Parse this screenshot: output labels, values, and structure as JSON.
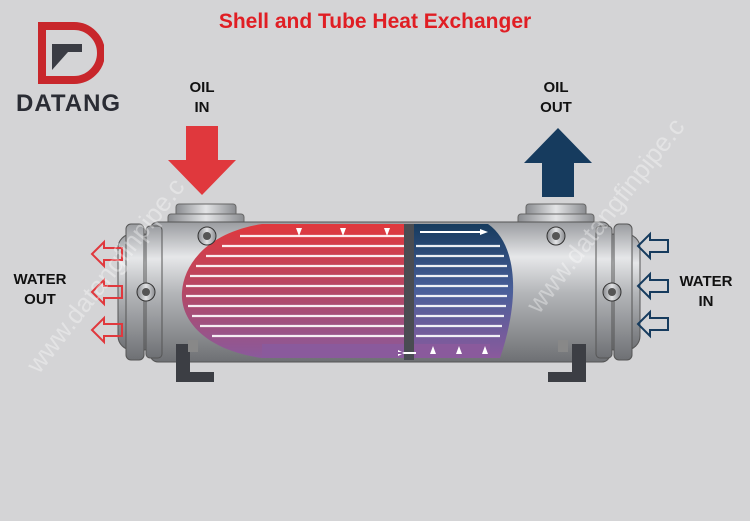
{
  "title": "Shell and Tube Heat Exchanger",
  "brand": {
    "name": "DATANG",
    "accent": "#c8262b",
    "dark": "#2a2c34"
  },
  "labels": {
    "oil_in_1": "OIL",
    "oil_in_2": "IN",
    "oil_out_1": "OIL",
    "oil_out_2": "OUT",
    "water_out_1": "WATER",
    "water_out_2": "OUT",
    "water_in_1": "WATER",
    "water_in_2": "IN"
  },
  "watermark": "www.datangfinpipe.c",
  "colors": {
    "hot": "#e0383d",
    "cold": "#163b5e",
    "purple": "#8a5a9c",
    "title": "#e01e24"
  }
}
